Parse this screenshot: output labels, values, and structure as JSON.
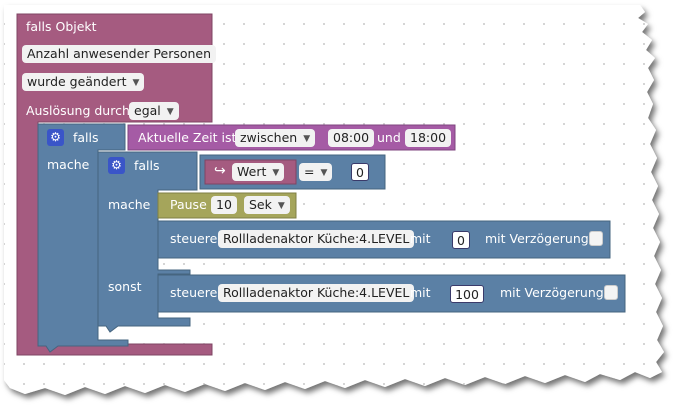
{
  "trigger": {
    "title": "falls Objekt",
    "object_name": "Anzahl anwesender Personen",
    "condition": "wurde geändert",
    "trigger_label": "Auslösung durch",
    "trigger_value": "egal"
  },
  "outer_if": {
    "if_label": "falls",
    "do_label": "mache",
    "gear_icon": "gear-icon",
    "time_compare": {
      "label": "Aktuelle Zeit ist",
      "operator": "zwischen",
      "from": "08:00",
      "and_label": "und",
      "to": "18:00"
    }
  },
  "inner_if": {
    "if_label": "falls",
    "do_label": "mache",
    "else_label": "sonst",
    "gear_icon": "gear-icon",
    "compare": {
      "left": "Wert",
      "operator": "=",
      "right": "0"
    },
    "pause": {
      "label": "Pause",
      "value": "10",
      "unit": "Sek"
    },
    "then_control": {
      "label": "steuere",
      "object": "Rollladenaktor Küche:4.LEVEL",
      "with_label": "mit",
      "value": "0",
      "delay_label": "mit Verzögerung"
    },
    "else_control": {
      "label": "steuere",
      "object": "Rollladenaktor Küche:4.LEVEL",
      "with_label": "mit",
      "value": "100",
      "delay_label": "mit Verzögerung"
    }
  },
  "colors": {
    "trigger_block": "#a55b80",
    "logic_block": "#5b80a5",
    "time_block": "#a55ba5",
    "pause_block": "#a5a55b",
    "grid_dot": "#c8c8c8"
  }
}
